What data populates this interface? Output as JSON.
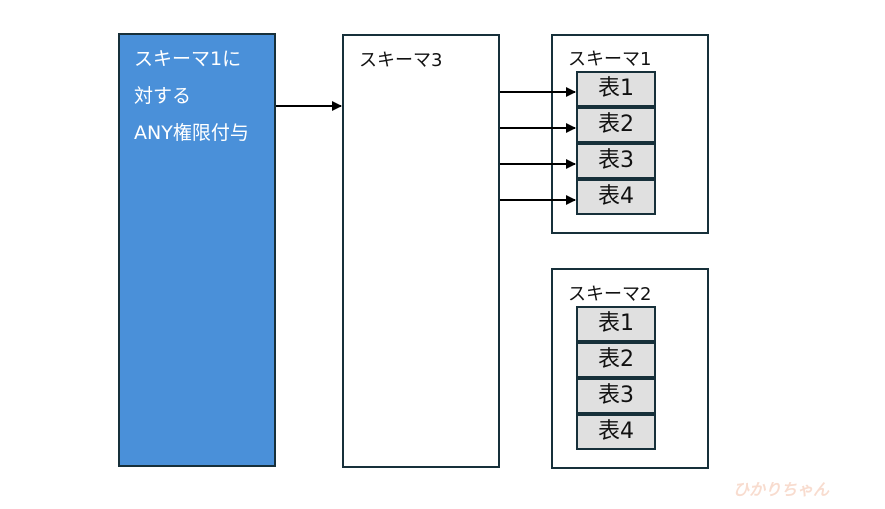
{
  "grant_box": {
    "line1": "スキーマ1に",
    "line2": "対する",
    "line3": "ANY権限付与"
  },
  "schema3": {
    "title": "スキーマ3"
  },
  "schema1": {
    "title": "スキーマ1",
    "tables": [
      "表1",
      "表2",
      "表3",
      "表4"
    ]
  },
  "schema2": {
    "title": "スキーマ2",
    "tables": [
      "表1",
      "表2",
      "表3",
      "表4"
    ]
  },
  "watermark": "ひかりちゃん"
}
